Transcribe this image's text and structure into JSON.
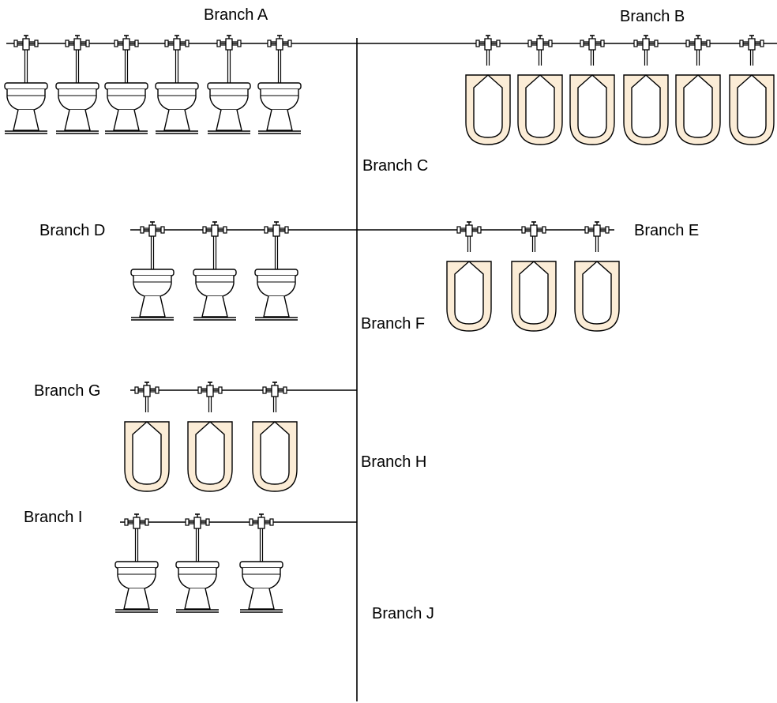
{
  "labels": {
    "a": "Branch A",
    "b": "Branch B",
    "c": "Branch C",
    "d": "Branch D",
    "e": "Branch E",
    "f": "Branch F",
    "g": "Branch G",
    "h": "Branch H",
    "i": "Branch I",
    "j": "Branch J"
  },
  "fixtures": {
    "toilet": "toilet-icon",
    "urinal": "urinal-icon",
    "flush_valve": "flush-valve-icon"
  },
  "colors": {
    "line": "#000000",
    "urinal_fill": "#fbecd6",
    "background": "#ffffff"
  }
}
